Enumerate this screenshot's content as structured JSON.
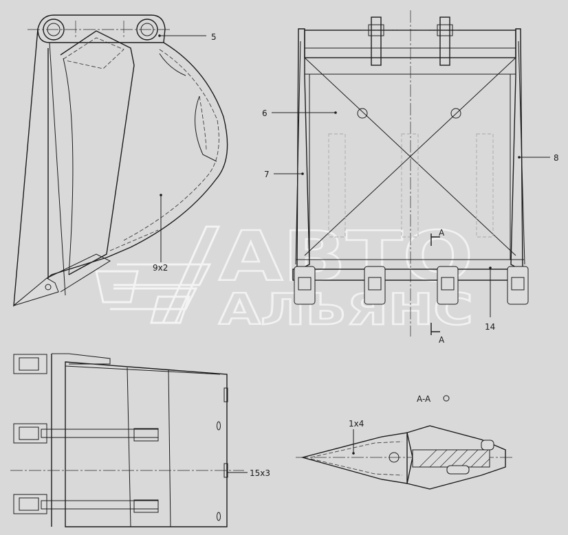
{
  "drawing": {
    "callouts": {
      "c5": "5",
      "c6": "6",
      "c7": "7",
      "c8": "8",
      "c9": "9x2",
      "c14": "14",
      "c1": "1x4",
      "c15": "15x3"
    },
    "section_marks": {
      "top": "A",
      "bottom": "A",
      "view_title": "A-A"
    },
    "watermark": {
      "line1": "АВТО",
      "line2": "АЛЬЯНС"
    }
  }
}
